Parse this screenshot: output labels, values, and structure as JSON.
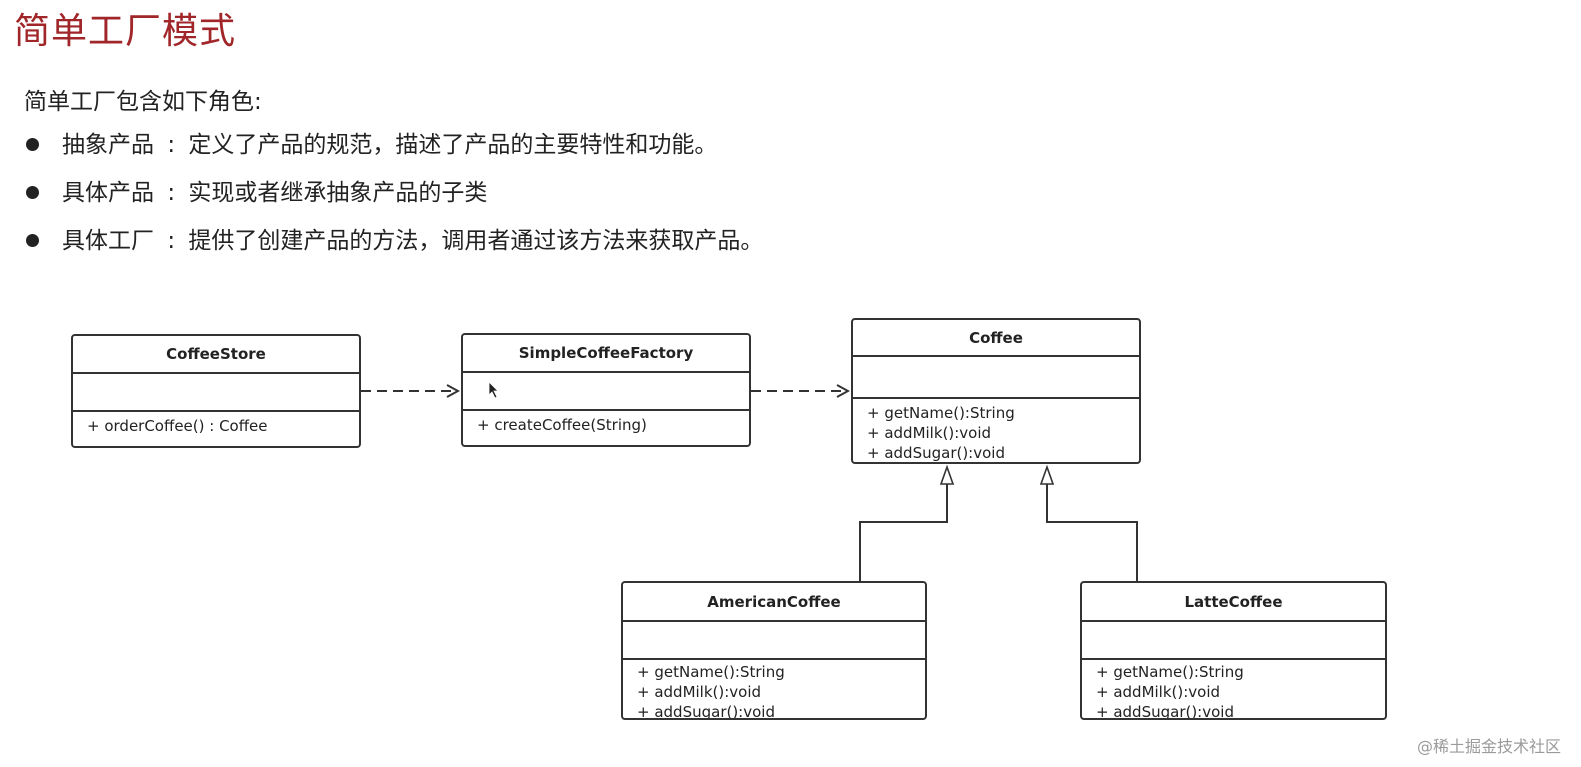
{
  "page": {
    "title": "简单工厂模式",
    "intro": "简单工厂包含如下角色:"
  },
  "roles": [
    {
      "name": "抽象产品",
      "sep": ":",
      "desc": "定义了产品的规范，描述了产品的主要特性和功能。"
    },
    {
      "name": "具体产品",
      "sep": ":",
      "desc": "实现或者继承抽象产品的子类"
    },
    {
      "name": "具体工厂",
      "sep": ":",
      "desc": "提供了创建产品的方法，调用者通过该方法来获取产品。"
    }
  ],
  "diagram": {
    "classes": {
      "coffee_store": {
        "name": "CoffeeStore",
        "methods": [
          "+ orderCoffee() : Coffee"
        ]
      },
      "simple_factory": {
        "name": "SimpleCoffeeFactory",
        "methods": [
          "+ createCoffee(String)"
        ]
      },
      "coffee": {
        "name": "Coffee",
        "methods": [
          "+ getName():String",
          "+ addMilk():void",
          "+ addSugar():void"
        ]
      },
      "american": {
        "name": "AmericanCoffee",
        "methods": [
          "+ getName():String",
          "+ addMilk():void",
          "+ addSugar():void"
        ]
      },
      "latte": {
        "name": "LatteCoffee",
        "methods": [
          "+ getName():String",
          "+ addMilk():void",
          "+ addSugar():void"
        ]
      }
    },
    "relations": [
      {
        "from": "CoffeeStore",
        "to": "SimpleCoffeeFactory",
        "kind": "dependency"
      },
      {
        "from": "SimpleCoffeeFactory",
        "to": "Coffee",
        "kind": "dependency"
      },
      {
        "from": "AmericanCoffee",
        "to": "Coffee",
        "kind": "generalization"
      },
      {
        "from": "LatteCoffee",
        "to": "Coffee",
        "kind": "generalization"
      }
    ]
  },
  "watermark": "@稀土掘金技术社区",
  "colors": {
    "title": "#a0262a",
    "line": "#333333"
  }
}
